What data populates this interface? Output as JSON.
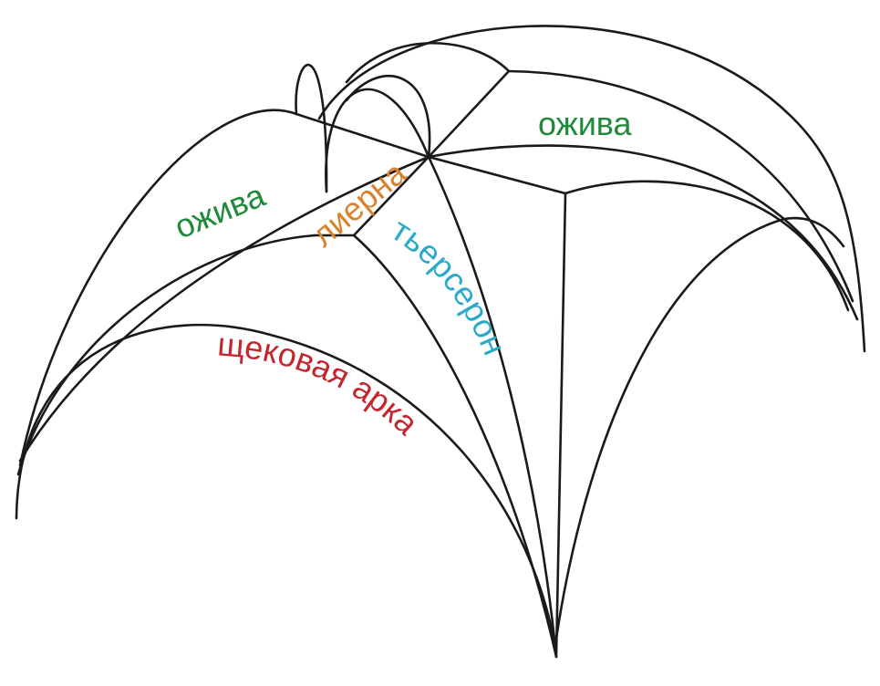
{
  "labels": {
    "ogive_left": "ожива",
    "ogive_right": "ожива",
    "lierne": "лиерна",
    "tierceron": "тьерсерон",
    "cheek_arch": "щековая арка"
  },
  "colors": {
    "ogive": "#1e8a3a",
    "lierne": "#d9822b",
    "tierceron": "#2aa9c9",
    "cheek_arch": "#c4262e",
    "rib": "#1a1a1a"
  }
}
